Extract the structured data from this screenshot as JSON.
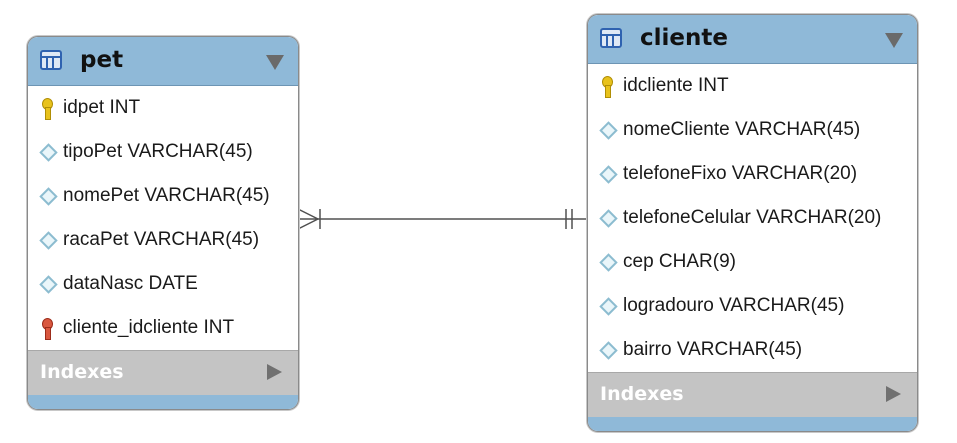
{
  "tables": [
    {
      "name": "pet",
      "columns": [
        {
          "label": "idpet INT",
          "kind": "primary-key"
        },
        {
          "label": "tipoPet VARCHAR(45)",
          "kind": "column"
        },
        {
          "label": "nomePet VARCHAR(45)",
          "kind": "column"
        },
        {
          "label": "racaPet VARCHAR(45)",
          "kind": "column"
        },
        {
          "label": "dataNasc DATE",
          "kind": "column"
        },
        {
          "label": "cliente_idcliente INT",
          "kind": "foreign-key"
        }
      ],
      "indexes_label": "Indexes"
    },
    {
      "name": "cliente",
      "columns": [
        {
          "label": "idcliente INT",
          "kind": "primary-key"
        },
        {
          "label": "nomeCliente VARCHAR(45)",
          "kind": "column"
        },
        {
          "label": "telefoneFixo VARCHAR(20)",
          "kind": "column"
        },
        {
          "label": "telefoneCelular VARCHAR(20)",
          "kind": "column"
        },
        {
          "label": "cep CHAR(9)",
          "kind": "column"
        },
        {
          "label": "logradouro VARCHAR(45)",
          "kind": "column"
        },
        {
          "label": "bairro VARCHAR(45)",
          "kind": "column"
        }
      ],
      "indexes_label": "Indexes"
    }
  ],
  "relationship": {
    "from": "pet",
    "to": "cliente",
    "from_cardinality": "many",
    "to_cardinality": "exactly-one"
  },
  "colors": {
    "header": "#8fb9d8",
    "indexes_bar": "#c4c4c4",
    "line": "#505050"
  }
}
